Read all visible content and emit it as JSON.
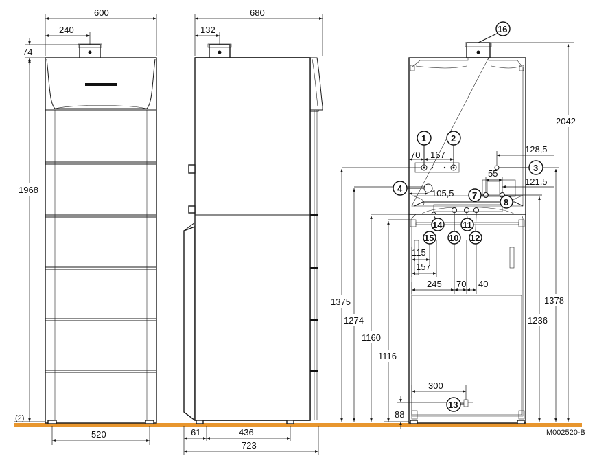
{
  "diagram": {
    "front_view": {
      "width": "600",
      "flue_offset": "240",
      "flue_height": "74",
      "height": "1968",
      "feet_spacing": "520",
      "floor_note": "(2)"
    },
    "side_view": {
      "depth": "680",
      "flue_offset": "132",
      "foot_front": "61",
      "foot_spacing": "436",
      "total_depth": "723"
    },
    "rear_view": {
      "total_height": "2042",
      "dims": {
        "d70_top": "70",
        "d167": "167",
        "d128_5": "128,5",
        "d55": "55",
        "d121_5": "121,5",
        "d105_5": "105,5",
        "d115": "115",
        "d157": "157",
        "d245": "245",
        "d70_bottom": "70",
        "d40": "40",
        "d300": "300",
        "d88": "88",
        "h1375": "1375",
        "h1274": "1274",
        "h1160": "1160",
        "h1116": "1116",
        "h1378": "1378",
        "h1236": "1236"
      },
      "callouts": [
        "1",
        "2",
        "3",
        "4",
        "7",
        "8",
        "10",
        "11",
        "12",
        "13",
        "14",
        "15",
        "16"
      ]
    },
    "reference_code": "M002520-B"
  }
}
